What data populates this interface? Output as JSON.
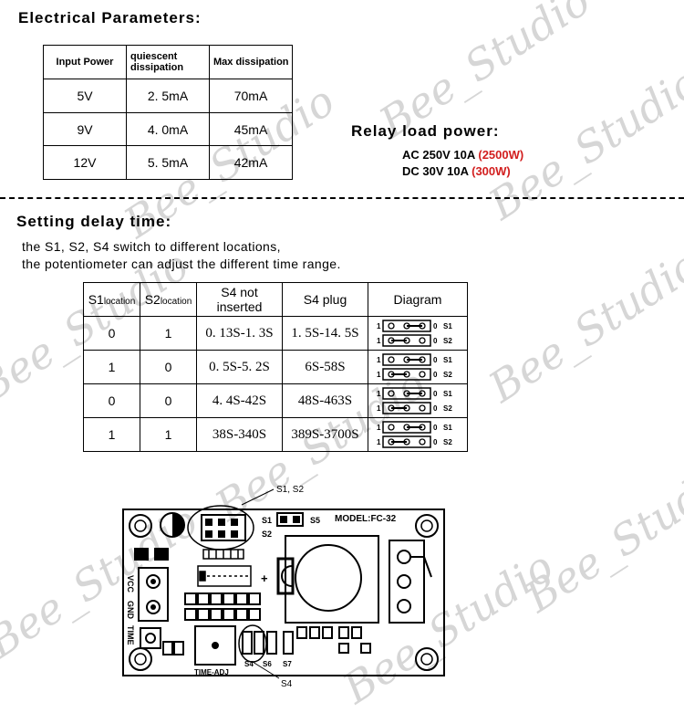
{
  "electrical": {
    "title": "Electrical Parameters:",
    "headers": [
      "Input Power",
      "quiescent dissipation",
      "Max dissipation"
    ],
    "rows": [
      [
        "5V",
        "2. 5mA",
        "70mA"
      ],
      [
        "9V",
        "4. 0mA",
        "45mA"
      ],
      [
        "12V",
        "5. 5mA",
        "42mA"
      ]
    ]
  },
  "relay": {
    "title": "Relay load power:",
    "ac": "AC 250V 10A",
    "ac_power": "(2500W)",
    "dc": "DC 30V 10A",
    "dc_power": "(300W)"
  },
  "delay": {
    "title": "Setting delay time:",
    "line1": "the S1, S2, S4 switch to different locations,",
    "line2": "the potentiometer can adjust the different time range.",
    "headers": {
      "s1": "S1",
      "s2": "S2",
      "loc": "location",
      "s4_not": "S4 not inserted",
      "s4_plug": "S4 plug",
      "diagram": "Diagram"
    },
    "rows": [
      [
        "0",
        "1",
        "0. 13S-1. 3S",
        "1. 5S-14. 5S"
      ],
      [
        "1",
        "0",
        "0. 5S-5. 2S",
        "6S-58S"
      ],
      [
        "0",
        "0",
        "4. 4S-42S",
        "48S-463S"
      ],
      [
        "1",
        "1",
        "38S-340S",
        "389S-3700S"
      ]
    ],
    "jumper_labels": {
      "one": "1",
      "zero": "0",
      "s1": "S1",
      "s2": "S2"
    }
  },
  "board": {
    "callout_s1s2": "S1, S2",
    "callout_s4": "S4",
    "s1": "S1",
    "s2": "S2",
    "s5": "S5",
    "s6": "S6",
    "s7": "S7",
    "s4": "S4",
    "model": "MODEL:FC-32",
    "vcc": "VCC",
    "gnd": "GND",
    "time": "TIME",
    "time_adj": "TIME-ADJ",
    "plus": "+"
  },
  "watermark": "Bee_Studio",
  "colors": {
    "accent_red": "#d21f1f"
  }
}
